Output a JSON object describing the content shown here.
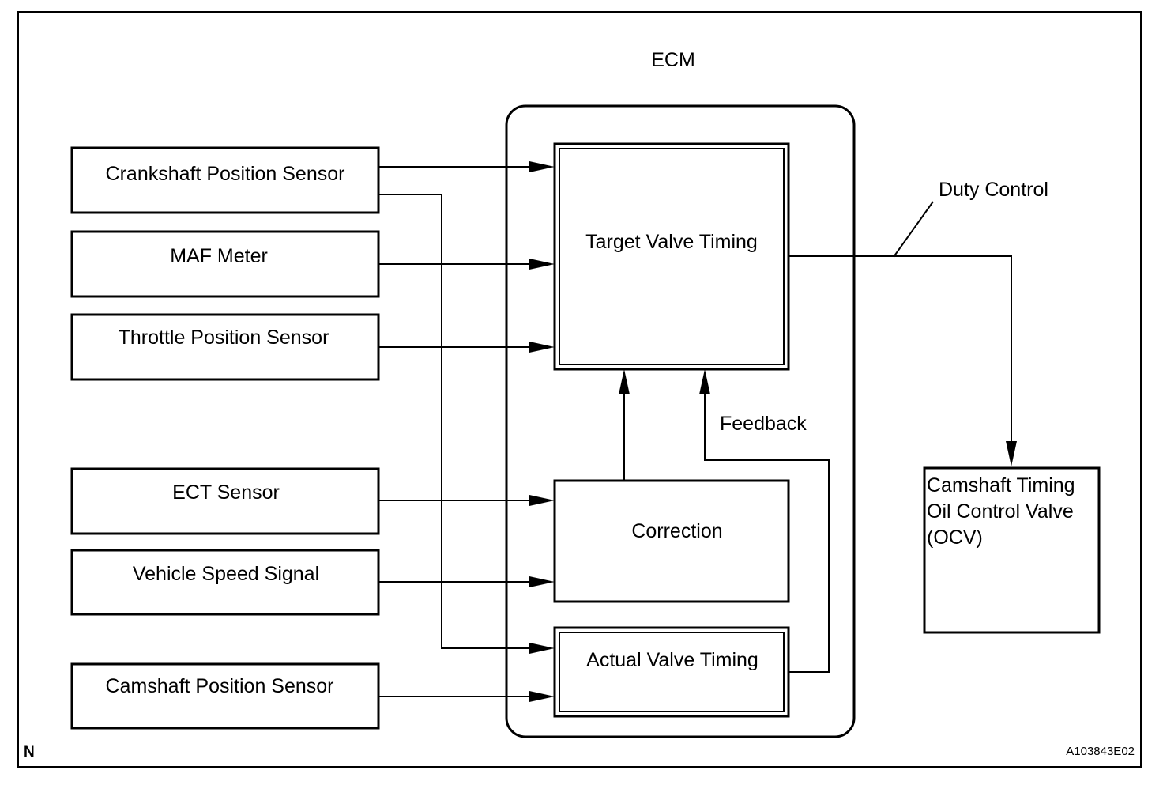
{
  "ecm_label": "ECM",
  "inputs": {
    "crankshaft": "Crankshaft Position Sensor",
    "maf": "MAF Meter",
    "throttle": "Throttle Position Sensor",
    "ect": "ECT Sensor",
    "vehicle_speed": "Vehicle Speed Signal",
    "camshaft": "Camshaft Position Sensor"
  },
  "blocks": {
    "target": "Target Valve Timing",
    "correction": "Correction",
    "actual": "Actual Valve Timing"
  },
  "signals": {
    "feedback": "Feedback",
    "duty_control": "Duty Control"
  },
  "output": {
    "line1": "Camshaft Timing",
    "line2": "Oil Control Valve",
    "line3": "(OCV)"
  },
  "corner_mark": "N",
  "figure_code": "A103843E02"
}
